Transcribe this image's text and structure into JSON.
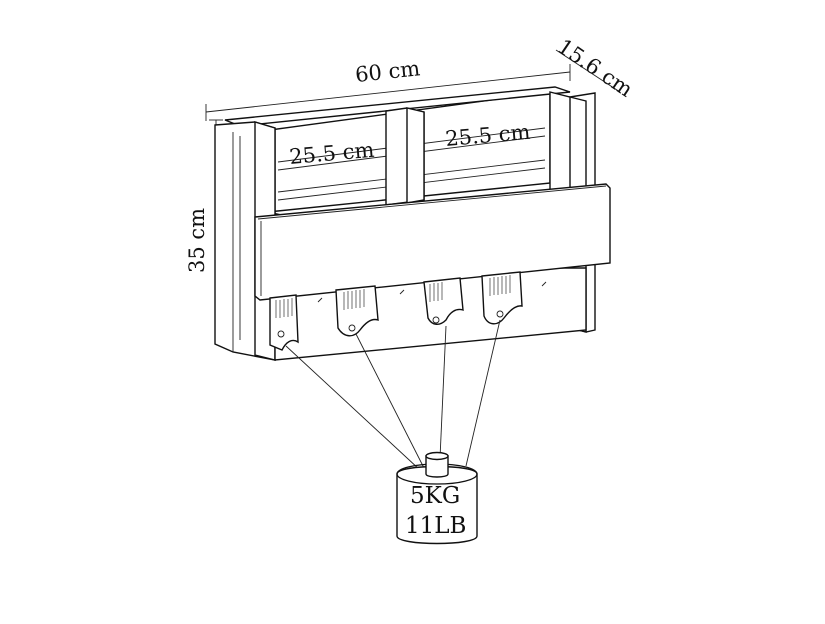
{
  "dimensions": {
    "width": "60 cm",
    "depth": "15.6 cm",
    "height": "35 cm",
    "left_compartment": "25.5 cm",
    "right_compartment": "25.5 cm"
  },
  "load": {
    "metric": "5KG",
    "imperial": "11LB"
  }
}
